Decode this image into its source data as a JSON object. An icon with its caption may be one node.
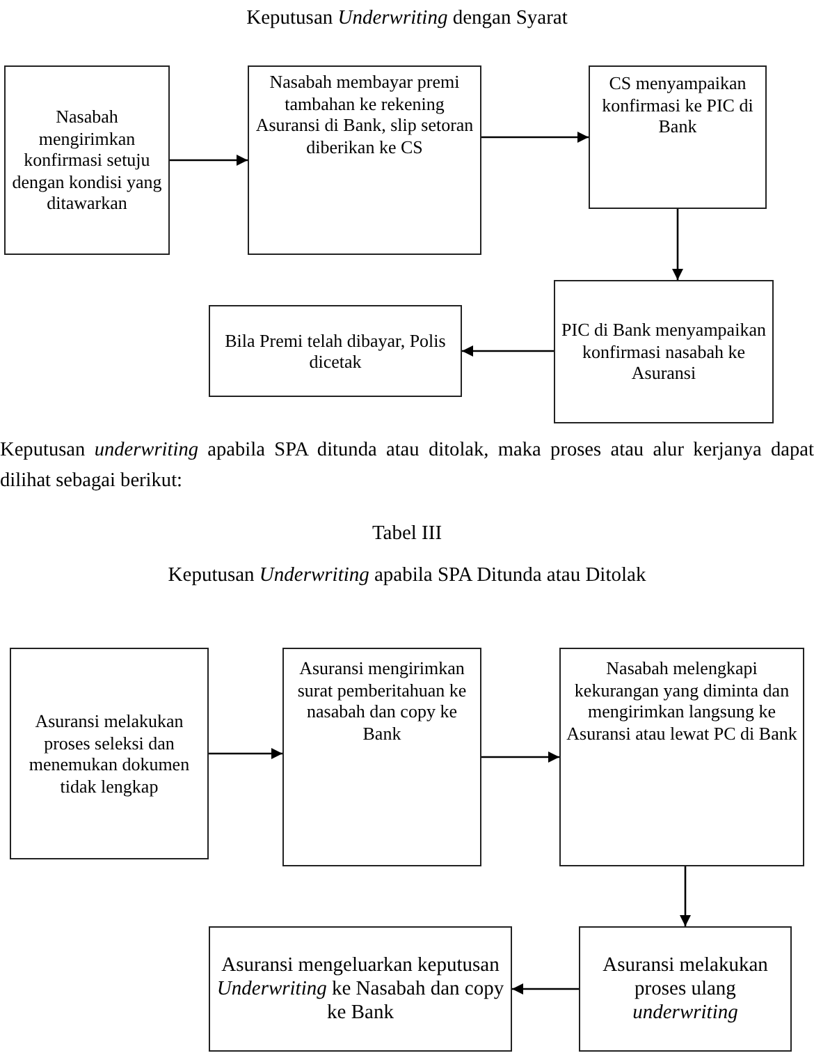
{
  "diagram": {
    "title": "Keputusan *Underwriting* dengan Syarat",
    "nodes": [
      {
        "text": [
          "Nasabah mengirimkan konfirmasi setuju dengan kondisi yang ditawarkan"
        ]
      },
      {
        "text": [
          "Nasabah membayar premi tambahan ke rekening Asuransi di Bank, slip setoran diberikan ke CS"
        ]
      },
      {
        "text": [
          "CS menyampaikan konfirmasi ke PIC di Bank"
        ]
      },
      {
        "text": [
          "PIC di Bank menyampaikan konfirmasi nasabah ke Asuransi"
        ]
      },
      {
        "text": [
          "Bila Premi telah dibayar, Polis dicetak"
        ]
      },
      {
        "text": [
          "Asuransi melakukan proses seleksi dan menemukan dokumen tidak lengkap"
        ]
      },
      {
        "text": [
          "Asuransi mengirimkan surat pemberitahuan ke nasabah dan copy ke Bank"
        ]
      },
      {
        "text": [
          "Nasabah melengkapi kekurangan yang diminta dan mengirimkan langsung ke Asuransi atau lewat PC di Bank"
        ]
      },
      {
        "text": [
          "Asuransi melakukan proses ulang *underwriting*"
        ]
      },
      {
        "text": [
          "Asuransi mengeluarkan keputusan *Underwriting* ke Nasabah dan copy ke Bank"
        ]
      }
    ],
    "edges": [
      {
        "from": 0,
        "to": 1,
        "arrow": "to"
      },
      {
        "from": 1,
        "to": 2,
        "arrow": "to"
      },
      {
        "from": 2,
        "to": 3,
        "arrow": "to"
      },
      {
        "from": 3,
        "to": 4,
        "arrow": "to"
      },
      {
        "from": 5,
        "to": 6,
        "arrow": "to"
      },
      {
        "from": 6,
        "to": 7,
        "arrow": "to"
      },
      {
        "from": 7,
        "to": 8,
        "arrow": "to"
      },
      {
        "from": 8,
        "to": 9,
        "arrow": "to"
      }
    ],
    "labels": [
      "Keputusan *underwriting* apabila SPA ditunda atau ditolak, maka proses atau alur kerjanya dapat dilihat sebagai berikut:",
      "Tabel III",
      "Keputusan *Underwriting* apabila SPA Ditunda atau Ditolak"
    ]
  }
}
